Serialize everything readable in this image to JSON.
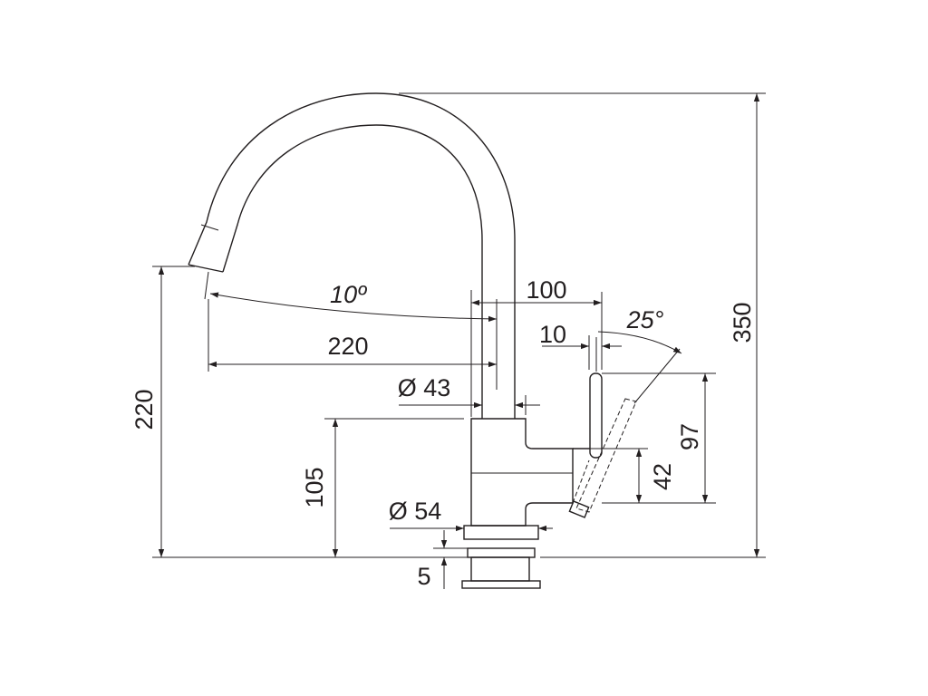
{
  "drawing": {
    "dimensions": {
      "total_height": "350",
      "spout_outlet_height": "220",
      "body_height": "105",
      "spout_reach": "220",
      "spout_angle": "10º",
      "lever_offset": "100",
      "lever_offset_small": "10",
      "lever_angle": "25°",
      "spout_diameter": "Ø 43",
      "base_diameter": "Ø 54",
      "lever_height": "97",
      "lever_lower": "42",
      "base_thickness": "5"
    },
    "colors": {
      "line": "#231f20",
      "background": "#ffffff"
    }
  }
}
